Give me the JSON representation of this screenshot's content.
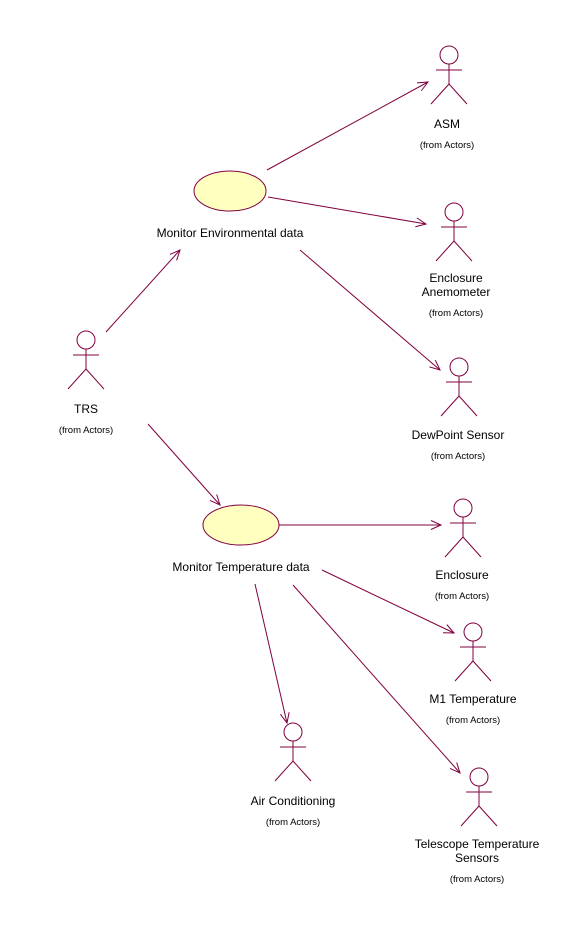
{
  "colors": {
    "stroke": "#800040",
    "usecase_fill": "#ffffc0",
    "text": "#000000",
    "background": "#ffffff"
  },
  "actor_icon": "stick-figure-icon",
  "use_cases": [
    {
      "id": "uc_env",
      "label": "Monitor Environmental data"
    },
    {
      "id": "uc_temp",
      "label": "Monitor Temperature data"
    }
  ],
  "actors": [
    {
      "id": "asm",
      "name_lines": [
        "ASM"
      ],
      "from": "(from Actors)"
    },
    {
      "id": "enc_anem",
      "name_lines": [
        "Enclosure",
        "Anemometer"
      ],
      "from": "(from Actors)"
    },
    {
      "id": "trs",
      "name_lines": [
        "TRS"
      ],
      "from": "(from Actors)"
    },
    {
      "id": "dewpoint",
      "name_lines": [
        "DewPoint Sensor"
      ],
      "from": "(from Actors)"
    },
    {
      "id": "enclosure",
      "name_lines": [
        "Enclosure"
      ],
      "from": "(from Actors)"
    },
    {
      "id": "m1temp",
      "name_lines": [
        "M1 Temperature"
      ],
      "from": "(from Actors)"
    },
    {
      "id": "aircon",
      "name_lines": [
        "Air Conditioning"
      ],
      "from": "(from Actors)"
    },
    {
      "id": "teltemp",
      "name_lines": [
        "Telescope Temperature",
        "Sensors"
      ],
      "from": "(from Actors)"
    }
  ],
  "associations": [
    {
      "from": "trs",
      "to": "uc_env"
    },
    {
      "from": "trs",
      "to": "uc_temp"
    },
    {
      "from": "uc_env",
      "to": "asm"
    },
    {
      "from": "uc_env",
      "to": "enc_anem"
    },
    {
      "from": "uc_env",
      "to": "dewpoint"
    },
    {
      "from": "uc_temp",
      "to": "enclosure"
    },
    {
      "from": "uc_temp",
      "to": "m1temp"
    },
    {
      "from": "uc_temp",
      "to": "aircon"
    },
    {
      "from": "uc_temp",
      "to": "teltemp"
    }
  ]
}
